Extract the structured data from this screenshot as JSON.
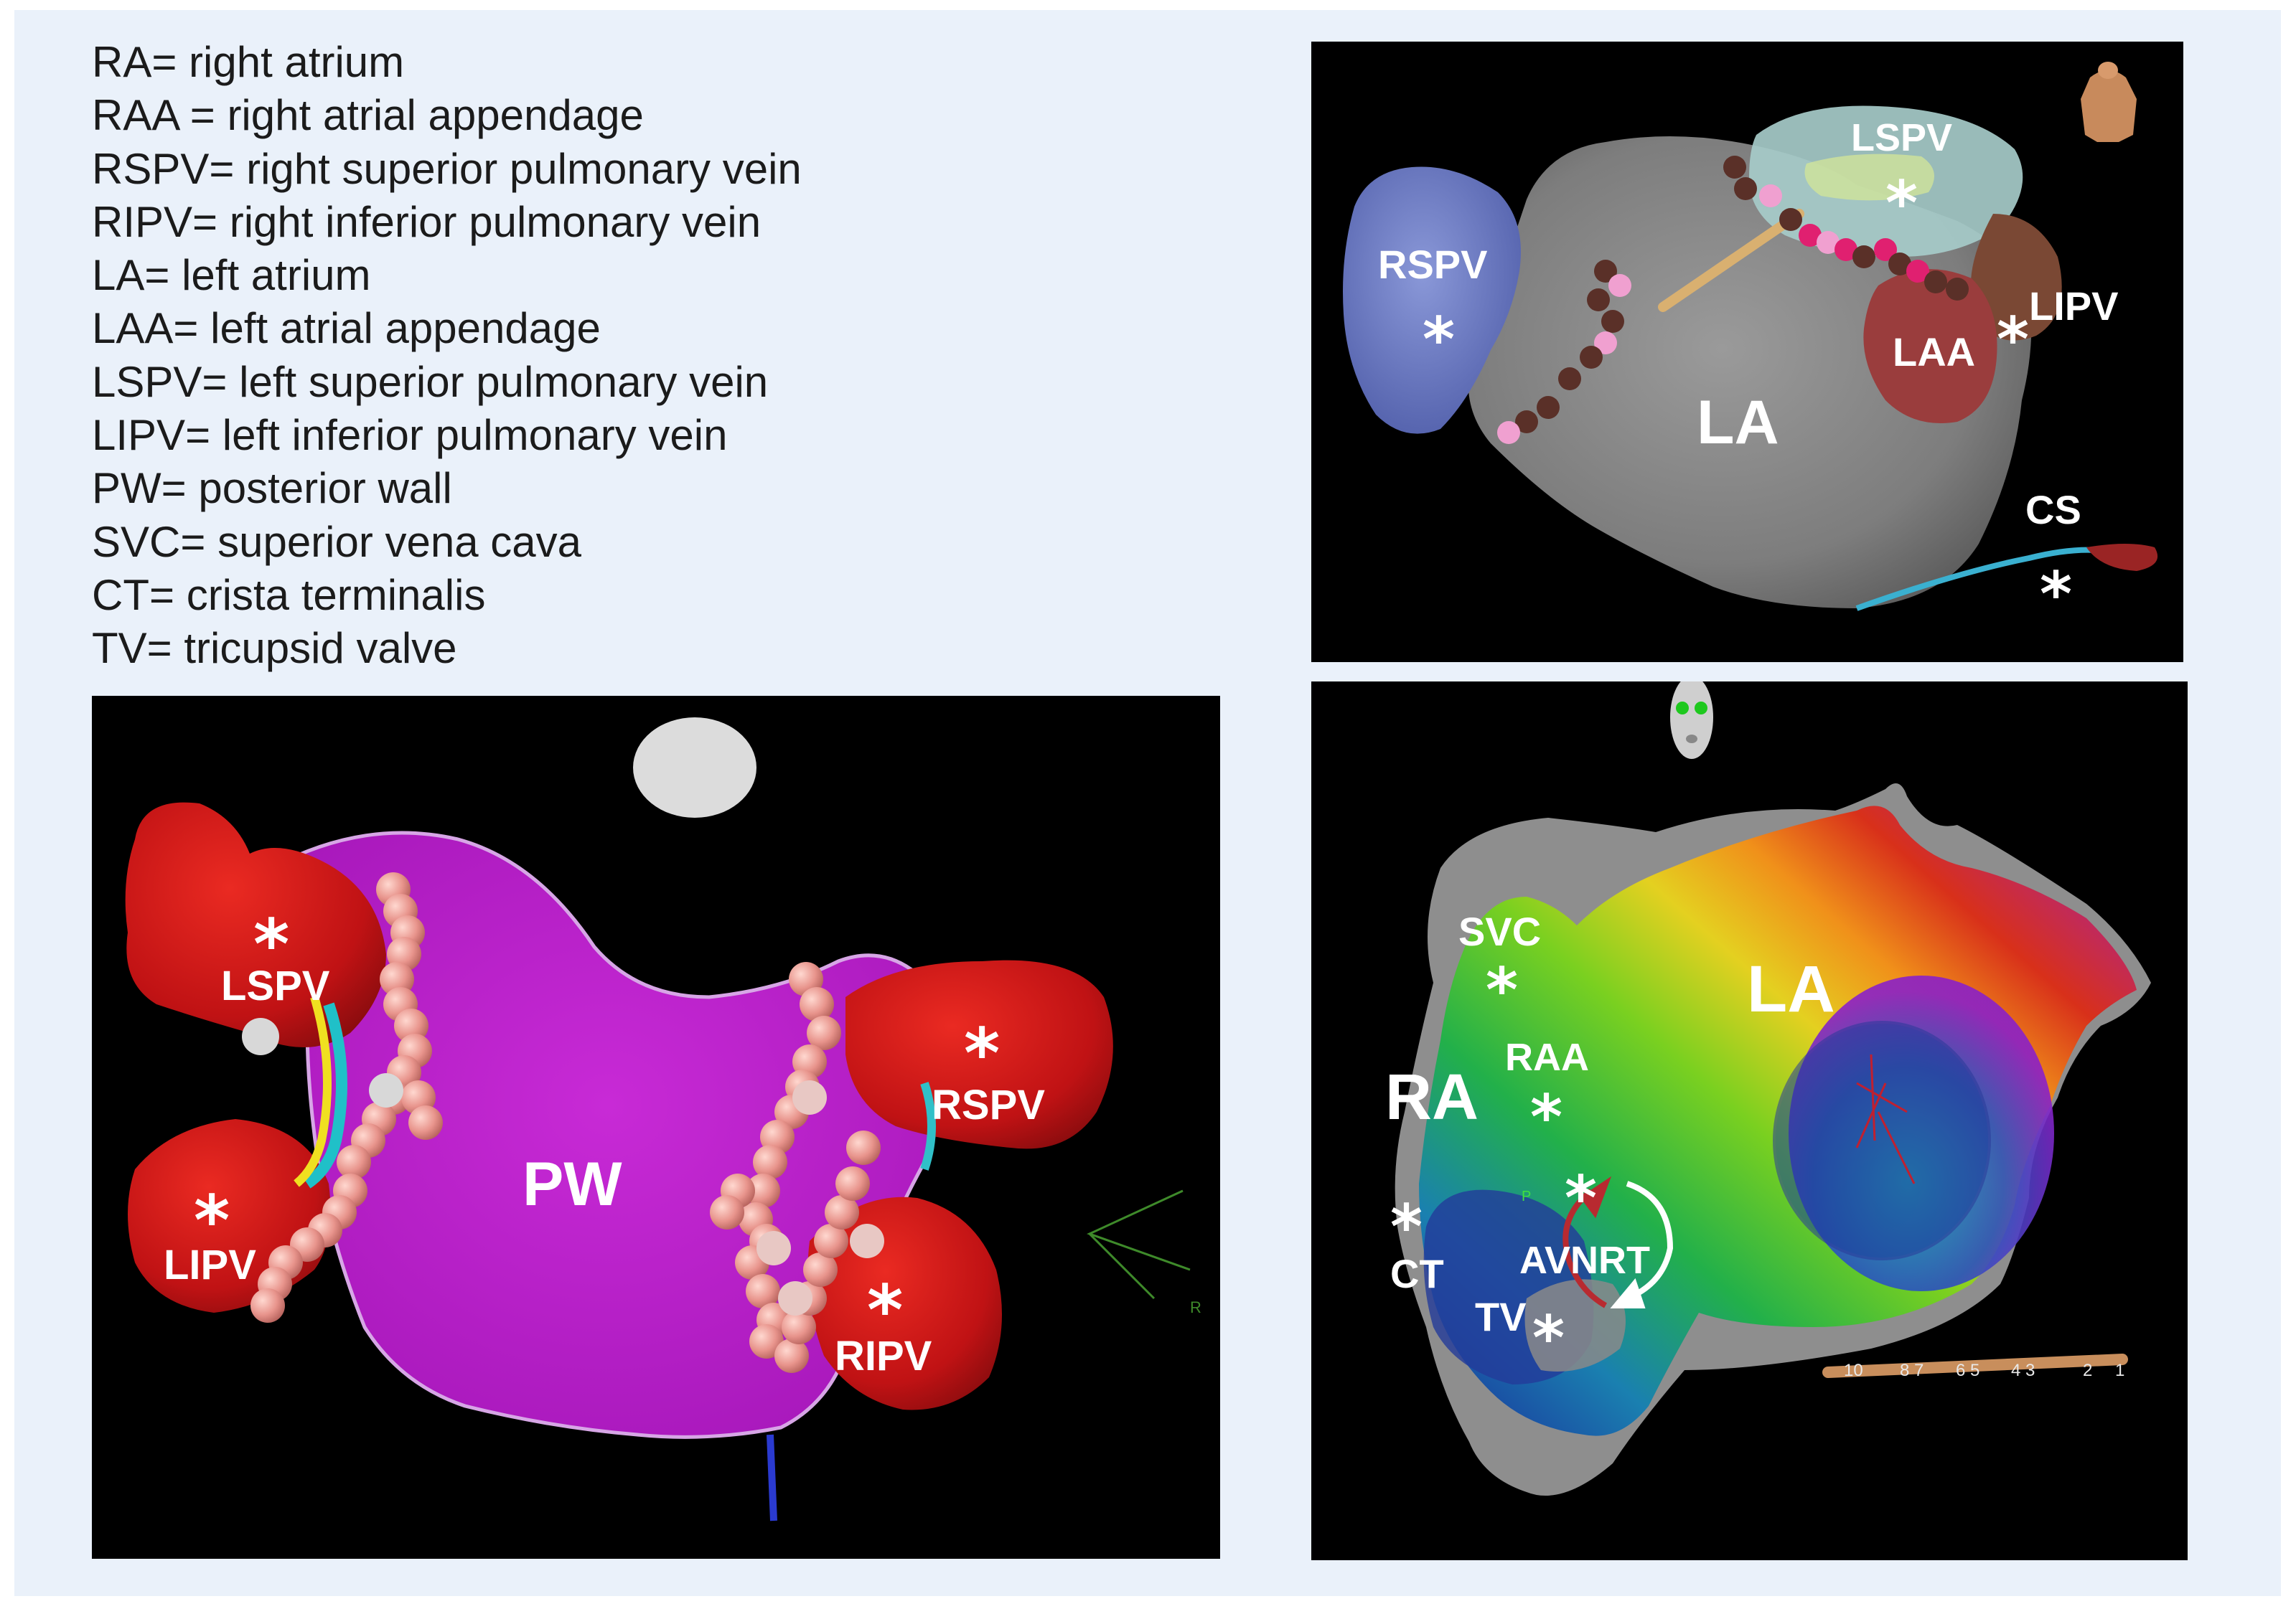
{
  "legend": [
    "RA= right atrium",
    "RAA = right atrial appendage",
    "RSPV= right superior pulmonary vein",
    "RIPV= right inferior pulmonary vein",
    "LA= left atrium",
    "LAA= left atrial appendage",
    "LSPV= left superior pulmonary vein",
    "LIPV= left inferior pulmonary vein",
    "PW= posterior wall",
    "SVC= superior vena cava",
    "CT= crista terminalis",
    "TV= tricupsid valve"
  ],
  "panels": {
    "top_right": {
      "labels": {
        "lspv": "LSPV",
        "rspv": "RSPV",
        "lipv": "LIPV",
        "laa": "LAA",
        "la": "LA",
        "cs": "CS"
      },
      "star": "*"
    },
    "bottom_left": {
      "labels": {
        "lspv": "LSPV",
        "lipv": "LIPV",
        "pw": "PW",
        "rspv": "RSPV",
        "ripv": "RIPV"
      },
      "axis_letter": "R",
      "star": "*"
    },
    "bottom_right": {
      "labels": {
        "svc": "SVC",
        "raa": "RAA",
        "ra": "RA",
        "la": "LA",
        "ct": "CT",
        "avnrt": "AVNRT",
        "tv": "TV"
      },
      "catheter_ticks": [
        "10",
        "8 7",
        "6 5",
        "4 3",
        "2",
        "1"
      ],
      "small_p": "P",
      "star": "*"
    }
  },
  "colors": {
    "background": "#eaf1fa",
    "panel_bg": "#000000",
    "pv_red": "#c8141a",
    "posterior_wall": "#c020d0",
    "ablation_lesion": "#e89a94",
    "shell_gray": "#8e8e8e",
    "rspv_blue": "#6f80c8",
    "lspv_teal": "#9fc6c6",
    "laa_red": "#9a3d3d",
    "lipv_brown": "#7a4834"
  }
}
